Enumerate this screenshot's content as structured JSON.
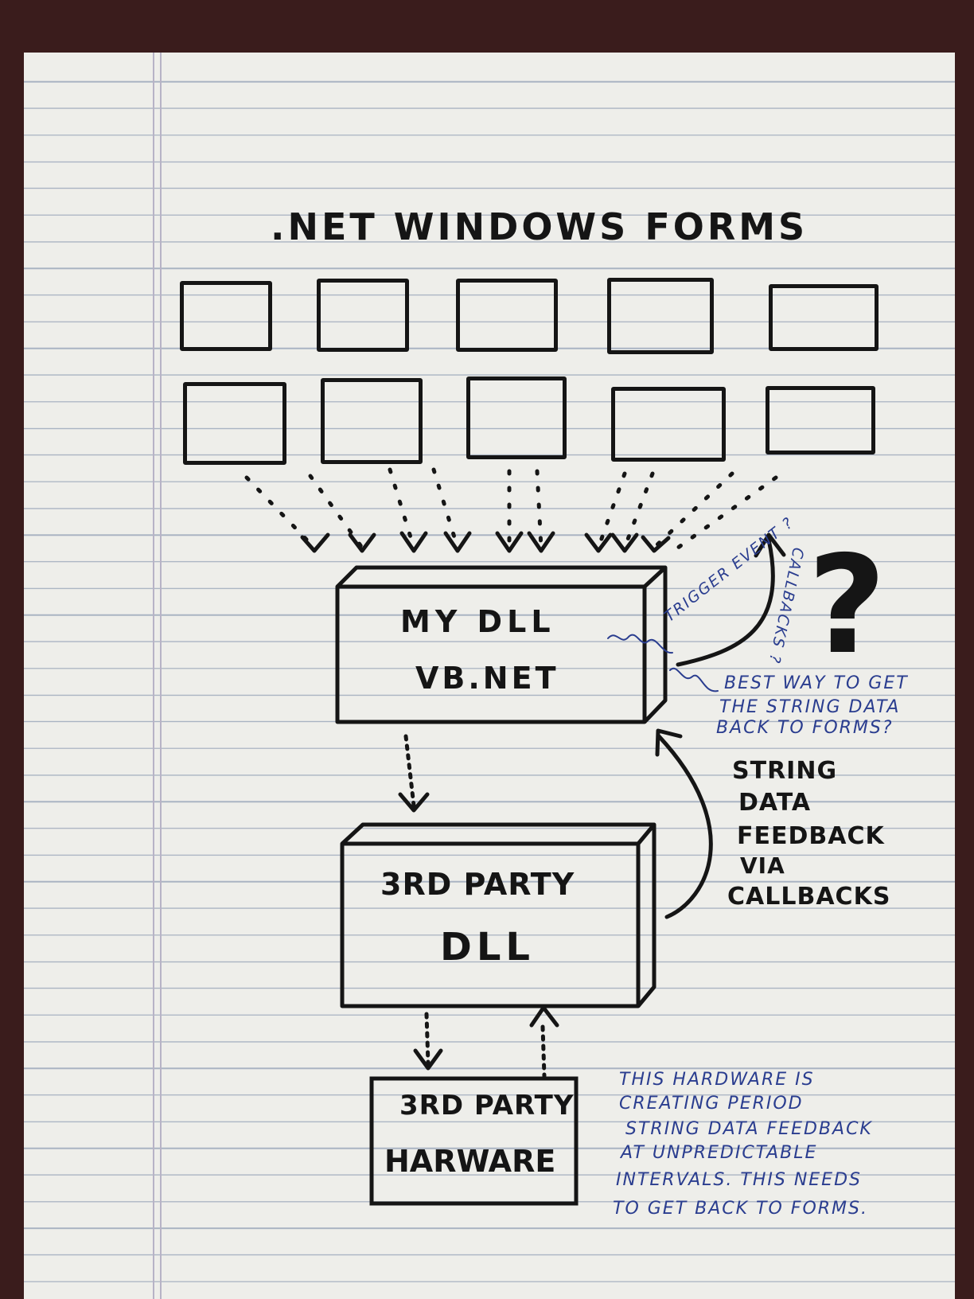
{
  "title": ".NET WINDOWS FORMS",
  "forms_count": 10,
  "my_dll": {
    "line1": "MY DLL",
    "line2": "VB.NET"
  },
  "third_party_dll": {
    "line1": "3RD PARTY",
    "line2": "DLL"
  },
  "hardware": {
    "line1": "3RD PARTY",
    "line2": "HARWARE"
  },
  "trigger_label": "TRIGGER EVENT ?",
  "callbacks_label": "CALLBACKS ?",
  "question_mark": "?",
  "question_note": [
    "BEST WAY TO GET",
    "THE STRING DATA",
    "BACK TO FORMS?"
  ],
  "feedback_label": [
    "STRING",
    "DATA",
    "FEEDBACK",
    "VIA",
    "CALLBACKS"
  ],
  "hardware_note": [
    "THIS HARDWARE IS",
    "CREATING PERIOD",
    "STRING DATA FEEDBACK",
    "AT UNPREDICTABLE",
    "INTERVALS. THIS NEEDS",
    "TO GET BACK TO FORMS."
  ],
  "colors": {
    "ink": "#151515",
    "blue_ink": "#2a3d8f",
    "paper": "#eeeeea",
    "rule": "#a9b3c2",
    "background": "#3a1c1c"
  }
}
